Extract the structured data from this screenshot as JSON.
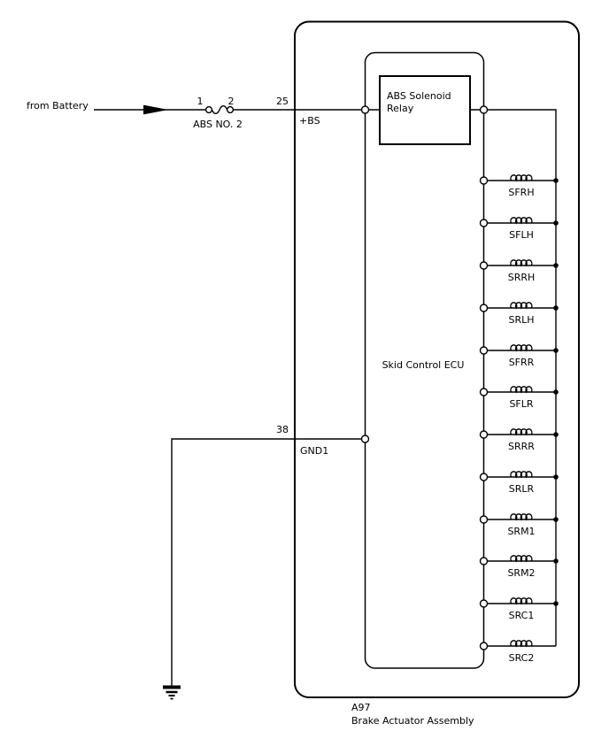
{
  "diagram": {
    "battery_feed": {
      "label": "from Battery"
    },
    "fuse": {
      "terminal_1": "1",
      "terminal_2": "2",
      "label": "ABS NO. 2"
    },
    "connector_pins": {
      "power": {
        "pin": "25",
        "label": "+BS"
      },
      "ground": {
        "pin": "38",
        "label": "GND1"
      }
    },
    "relay": {
      "line1": "ABS Solenoid",
      "line2": "Relay"
    },
    "ecu": {
      "label": "Skid Control ECU"
    },
    "solenoids": [
      "SFRH",
      "SFLH",
      "SRRH",
      "SRLH",
      "SFRR",
      "SFLR",
      "SRRR",
      "SRLR",
      "SRM1",
      "SRM2",
      "SRC1",
      "SRC2"
    ],
    "assembly": {
      "id": "A97",
      "label": "Brake Actuator Assembly"
    },
    "icons": {
      "flow_arrow": "filled-right-arrow",
      "fuse": "inline-fuse-wave",
      "coil": "solenoid-coil-loops",
      "ground": "earth-ground-bars"
    },
    "colors": {
      "line": "#000000",
      "background": "#ffffff"
    }
  }
}
